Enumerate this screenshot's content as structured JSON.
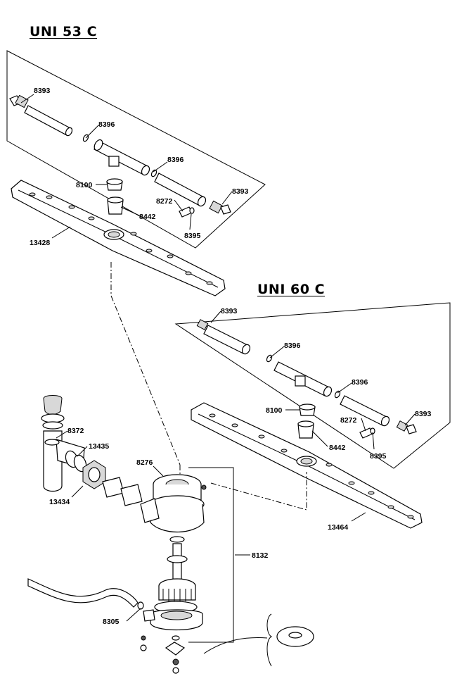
{
  "headings": {
    "uni53": "UNI 53 C",
    "uni60": "UNI 60 C"
  },
  "labels": {
    "a8393": "8393",
    "a8396a": "8396",
    "a8396b": "8396",
    "a8100": "8100",
    "a8272": "8272",
    "a8393b": "8393",
    "a8442": "8442",
    "a8395": "8395",
    "a13428": "13428",
    "b8393": "8393",
    "b8396a": "8396",
    "b8396b": "8396",
    "b8100": "8100",
    "b8272": "8272",
    "b8393b": "8393",
    "b8442": "8442",
    "b8395": "8395",
    "b13464": "13464",
    "c8372": "8372",
    "c13435": "13435",
    "c13434": "13434",
    "c8276": "8276",
    "c8132": "8132",
    "c8305": "8305"
  }
}
